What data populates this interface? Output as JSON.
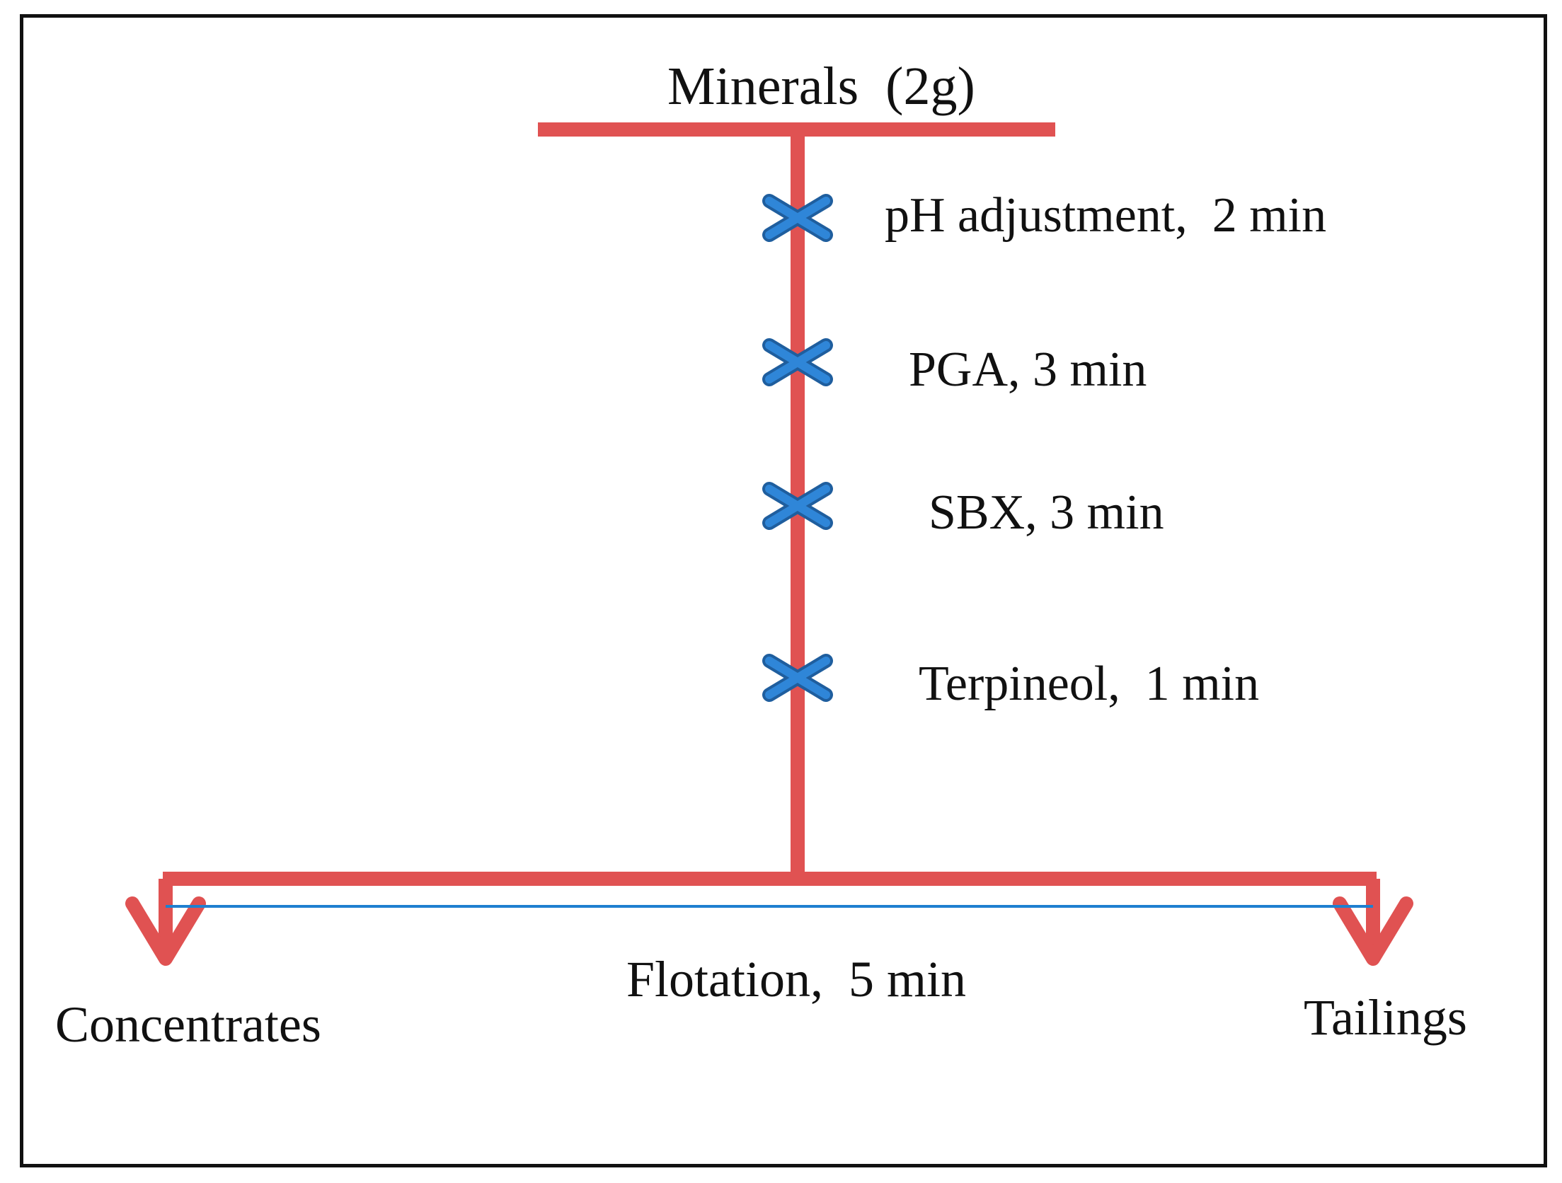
{
  "diagram": {
    "title": "Minerals  (2g)",
    "steps": [
      {
        "label": "pH adjustment,  2 min"
      },
      {
        "label": "PGA, 3 min"
      },
      {
        "label": "SBX, 3 min"
      },
      {
        "label": "Terpineol,  1 min"
      }
    ],
    "final_step": "Flotation,  5 min",
    "outputs": {
      "left": "Concentrates",
      "right": "Tailings"
    },
    "colors": {
      "flow_line": "#e05252",
      "marker": "#2f86d8",
      "marker_edge": "#1f5e9e",
      "divider": "#1f7fd0",
      "border": "#111111",
      "text": "#111111"
    },
    "marker_icon": "cross-mark-icon",
    "arrow_icon": "down-arrow-icon"
  }
}
